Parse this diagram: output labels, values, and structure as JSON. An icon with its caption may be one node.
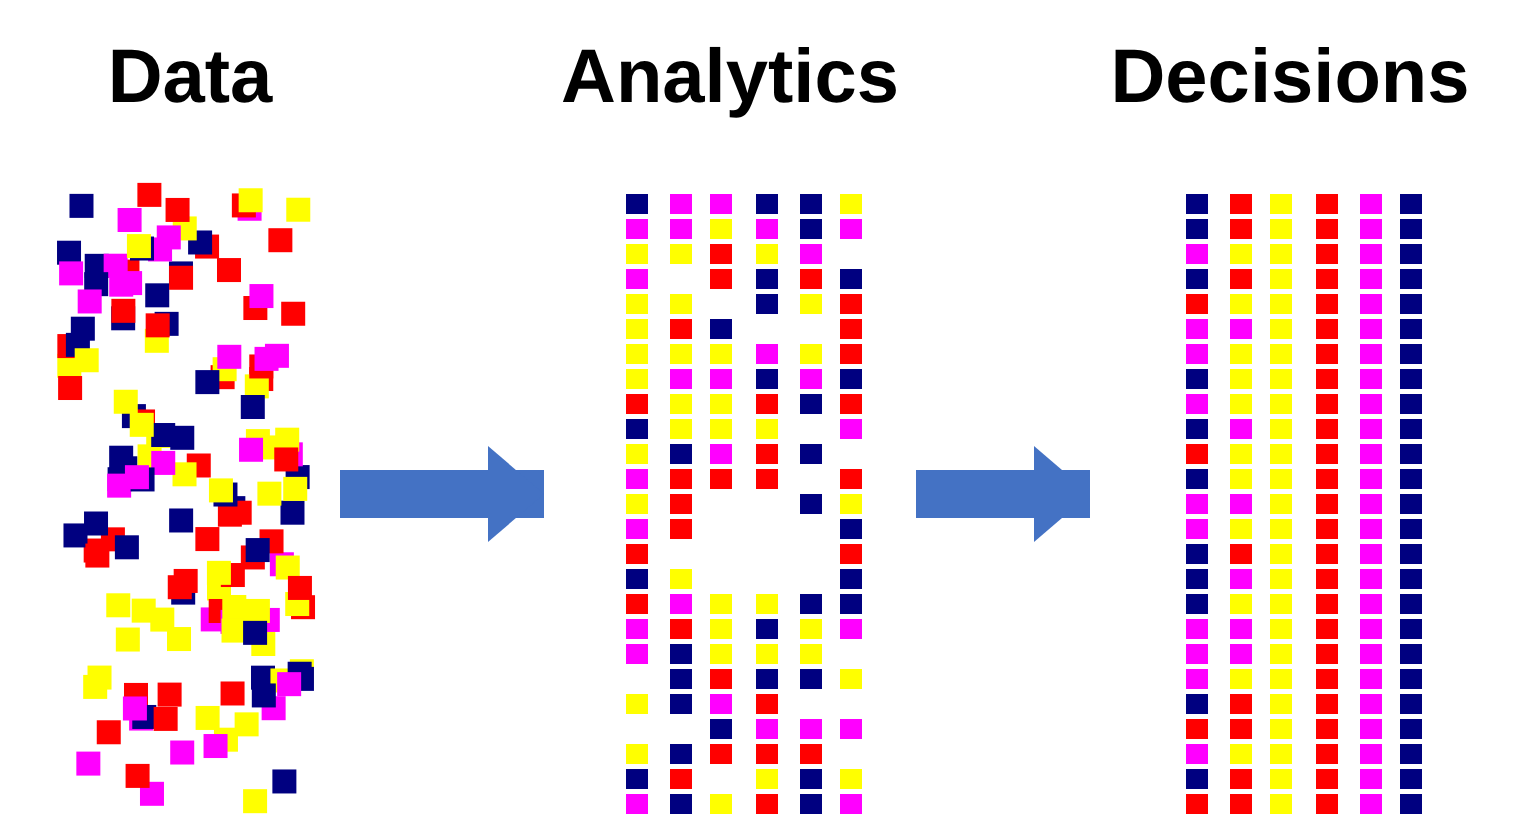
{
  "diagram": {
    "nodes": [
      {
        "text": [
          "Data"
        ]
      },
      {
        "text": [
          "Analytics"
        ]
      },
      {
        "text": [
          "Decisions"
        ]
      }
    ],
    "edges": [
      {
        "from": 0,
        "to": 1,
        "arrow": "to"
      },
      {
        "from": 1,
        "to": 2,
        "arrow": "to"
      }
    ]
  }
}
